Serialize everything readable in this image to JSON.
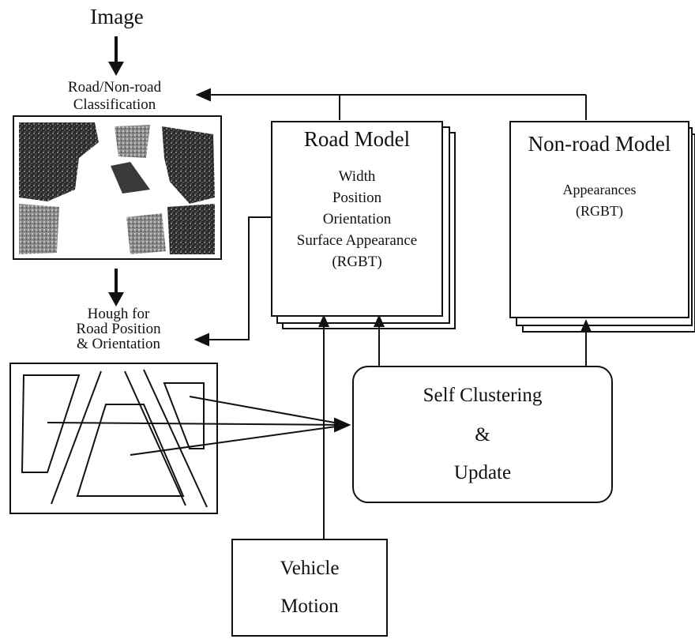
{
  "title": "Image",
  "classification_label": [
    "Road/Non-road",
    "Classification"
  ],
  "hough_label": [
    "Hough for",
    "Road Position",
    "& Orientation"
  ],
  "road_model": {
    "title": "Road Model",
    "lines": [
      "Width",
      "Position",
      "Orientation",
      "Surface Appearance",
      "(RGBT)"
    ]
  },
  "nonroad_model": {
    "title": "Non-road Model",
    "lines": [
      "Appearances",
      "(RGBT)"
    ]
  },
  "clustering": {
    "line1": "Self Clustering",
    "line2": "&",
    "line3": "Update"
  },
  "vehicle": {
    "line1": "Vehicle",
    "line2": "Motion"
  }
}
